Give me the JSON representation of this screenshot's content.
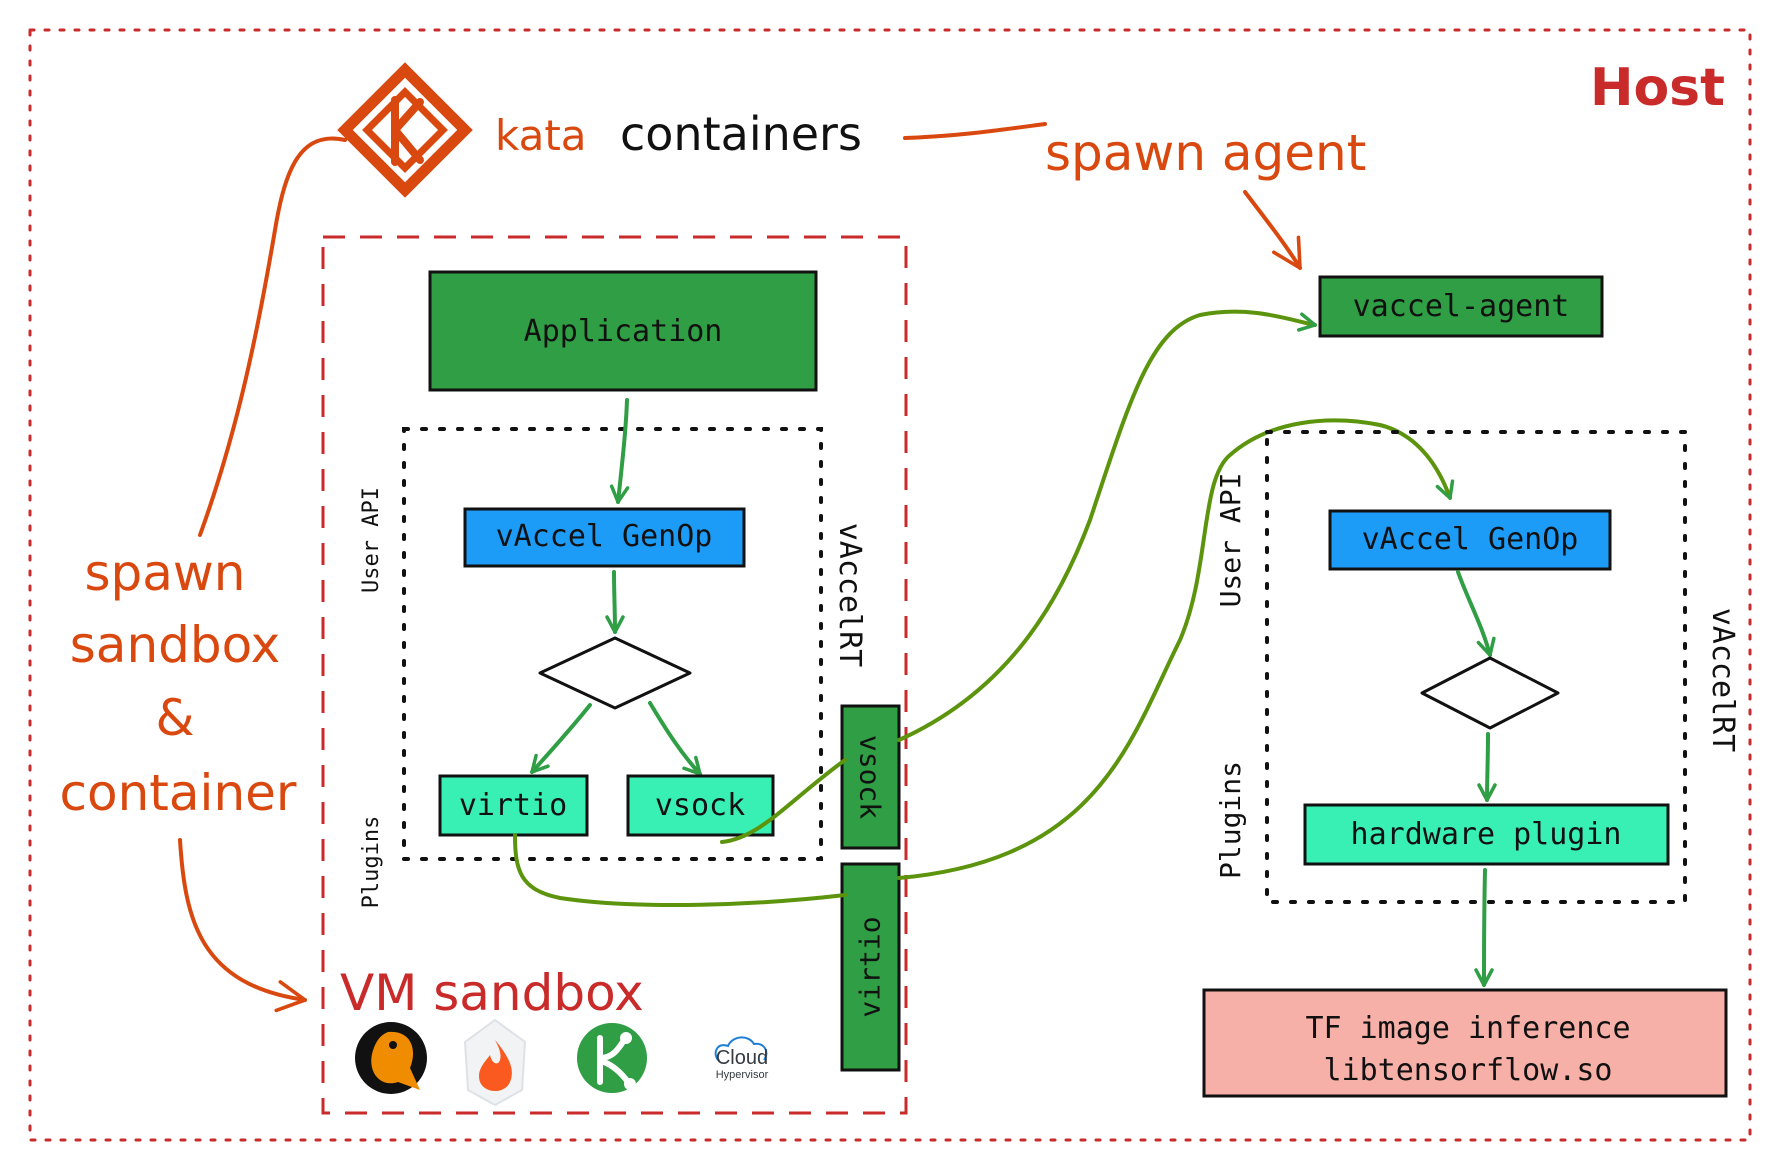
{
  "host": {
    "label": "Host"
  },
  "kata": {
    "word1": "kata",
    "word2": "containers"
  },
  "notes": {
    "spawn_agent": "spawn agent",
    "spawn_sandbox": [
      "spawn",
      "sandbox",
      "&",
      "container"
    ]
  },
  "vm": {
    "title": "VM sandbox",
    "application": "Application",
    "genop": "vAccel GenOp",
    "user_api": "User API",
    "plugins": "Plugins",
    "runtime": "vAccelRT",
    "plugin_virtio": "virtio",
    "plugin_vsock": "vsock",
    "transport_vsock": "vsock",
    "transport_virtio": "virtio",
    "hypervisor_logos": [
      {
        "name": "qemu"
      },
      {
        "name": "firecracker"
      },
      {
        "name": "acrn"
      },
      {
        "name": "cloud-hypervisor",
        "text1": "Cloud",
        "text2": "Hypervisor"
      }
    ]
  },
  "agent": {
    "label": "vaccel-agent"
  },
  "host_rt": {
    "genop": "vAccel GenOp",
    "user_api": "User API",
    "plugins": "Plugins",
    "runtime": "vAccelRT",
    "hardware_plugin": "hardware plugin"
  },
  "inference": {
    "line1": "TF image inference",
    "line2": "libtensorflow.so"
  },
  "colors": {
    "host_border": "#c92a2a",
    "orange": "#d9480f",
    "green_box": "#2f9e44",
    "blue_box": "#1c9cf7",
    "mint_box": "#38f0b4",
    "pink_box": "#f7b0a8",
    "arrow_green": "#2f9e44",
    "link_olive": "#5c940d"
  }
}
